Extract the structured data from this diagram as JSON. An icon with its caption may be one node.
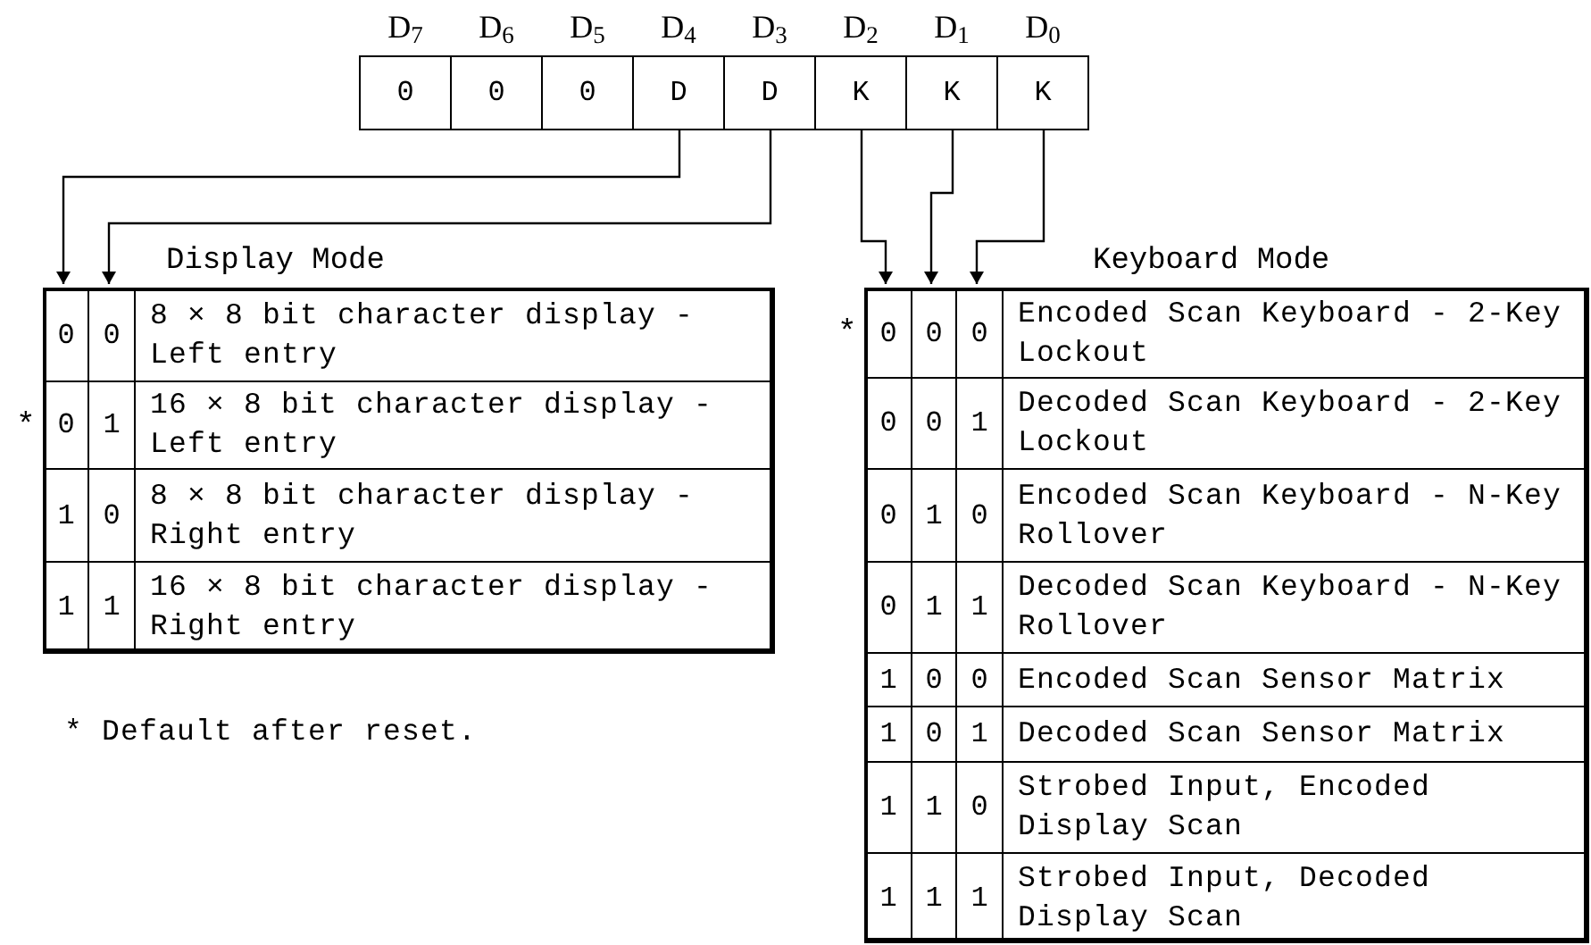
{
  "diagram": {
    "nodes": [
      {
        "text": [
          "0"
        ],
        "beside": [
          "D$_{7}$"
        ]
      },
      {
        "text": [
          "0"
        ],
        "beside": [
          "D$_{6}$"
        ]
      },
      {
        "text": [
          "0"
        ],
        "beside": [
          "D$_{5}$"
        ]
      },
      {
        "text": [
          "D"
        ],
        "beside": [
          "D$_{4}$"
        ]
      },
      {
        "text": [
          "D"
        ],
        "beside": [
          "D$_{3}$"
        ]
      },
      {
        "text": [
          "K"
        ],
        "beside": [
          "D$_{2}$"
        ]
      },
      {
        "text": [
          "K"
        ],
        "beside": [
          "D$_{1}$"
        ]
      },
      {
        "text": [
          "K"
        ],
        "beside": [
          "D$_{0}$"
        ]
      },
      {
        "text": [
          "Display Mode"
        ]
      },
      {
        "text": [
          "0"
        ],
        "in": 8
      },
      {
        "text": [
          "0"
        ],
        "in": 8
      },
      {
        "text": [
          "8 × 8 bit character display - Left entry"
        ],
        "in": 8
      },
      {
        "text": [
          "0"
        ],
        "in": 8,
        "beside": [
          "*"
        ]
      },
      {
        "text": [
          "1"
        ],
        "in": 8
      },
      {
        "text": [
          "16 × 8 bit character display - Left entry"
        ],
        "in": 8
      },
      {
        "text": [
          "1"
        ],
        "in": 8
      },
      {
        "text": [
          "0"
        ],
        "in": 8
      },
      {
        "text": [
          "8 × 8 bit character display - Right entry"
        ],
        "in": 8
      },
      {
        "text": [
          "1"
        ],
        "in": 8
      },
      {
        "text": [
          "1"
        ],
        "in": 8
      },
      {
        "text": [
          "16 × 8 bit character display - Right entry"
        ],
        "in": 8
      },
      {
        "text": [
          "Keyboard Mode"
        ]
      },
      {
        "text": [
          "0"
        ],
        "in": 21,
        "beside": [
          "*"
        ]
      },
      {
        "text": [
          "0"
        ],
        "in": 21
      },
      {
        "text": [
          "0"
        ],
        "in": 21
      },
      {
        "text": [
          "Encoded Scan Keyboard - 2-Key Lockout"
        ],
        "in": 21
      },
      {
        "text": [
          "0"
        ],
        "in": 21
      },
      {
        "text": [
          "0"
        ],
        "in": 21
      },
      {
        "text": [
          "1"
        ],
        "in": 21
      },
      {
        "text": [
          "Decoded Scan Keyboard - 2-Key Lockout"
        ],
        "in": 21
      },
      {
        "text": [
          "0"
        ],
        "in": 21
      },
      {
        "text": [
          "1"
        ],
        "in": 21
      },
      {
        "text": [
          "0"
        ],
        "in": 21
      },
      {
        "text": [
          "Encoded Scan Keyboard - N-Key Rollover"
        ],
        "in": 21
      },
      {
        "text": [
          "0"
        ],
        "in": 21
      },
      {
        "text": [
          "1"
        ],
        "in": 21
      },
      {
        "text": [
          "1"
        ],
        "in": 21
      },
      {
        "text": [
          "Decoded Scan Keyboard - N-Key Rollover"
        ],
        "in": 21
      },
      {
        "text": [
          "1"
        ],
        "in": 21
      },
      {
        "text": [
          "0"
        ],
        "in": 21
      },
      {
        "text": [
          "0"
        ],
        "in": 21
      },
      {
        "text": [
          "Encoded Scan Sensor Matrix"
        ],
        "in": 21
      },
      {
        "text": [
          "1"
        ],
        "in": 21
      },
      {
        "text": [
          "0"
        ],
        "in": 21
      },
      {
        "text": [
          "1"
        ],
        "in": 21
      },
      {
        "text": [
          "Decoded Scan Sensor Matrix"
        ],
        "in": 21
      },
      {
        "text": [
          "1"
        ],
        "in": 21
      },
      {
        "text": [
          "1"
        ],
        "in": 21
      },
      {
        "text": [
          "0"
        ],
        "in": 21
      },
      {
        "text": [
          "Strobed Input, Encoded Display Scan"
        ],
        "in": 21
      },
      {
        "text": [
          "1"
        ],
        "in": 21
      },
      {
        "text": [
          "1"
        ],
        "in": 21
      },
      {
        "text": [
          "1"
        ],
        "in": 21
      },
      {
        "text": [
          "Strobed Input, Decoded Display Scan"
        ],
        "in": 21
      }
    ],
    "edges": [
      {
        "from": 3,
        "to": 9,
        "arrow": "to"
      },
      {
        "from": 4,
        "to": 10,
        "arrow": "to"
      },
      {
        "from": 5,
        "to": 22,
        "arrow": "to"
      },
      {
        "from": 6,
        "to": 23,
        "arrow": "to"
      },
      {
        "from": 7,
        "to": 24,
        "arrow": "to"
      }
    ],
    "labels": [
      "* Default after reset."
    ]
  }
}
